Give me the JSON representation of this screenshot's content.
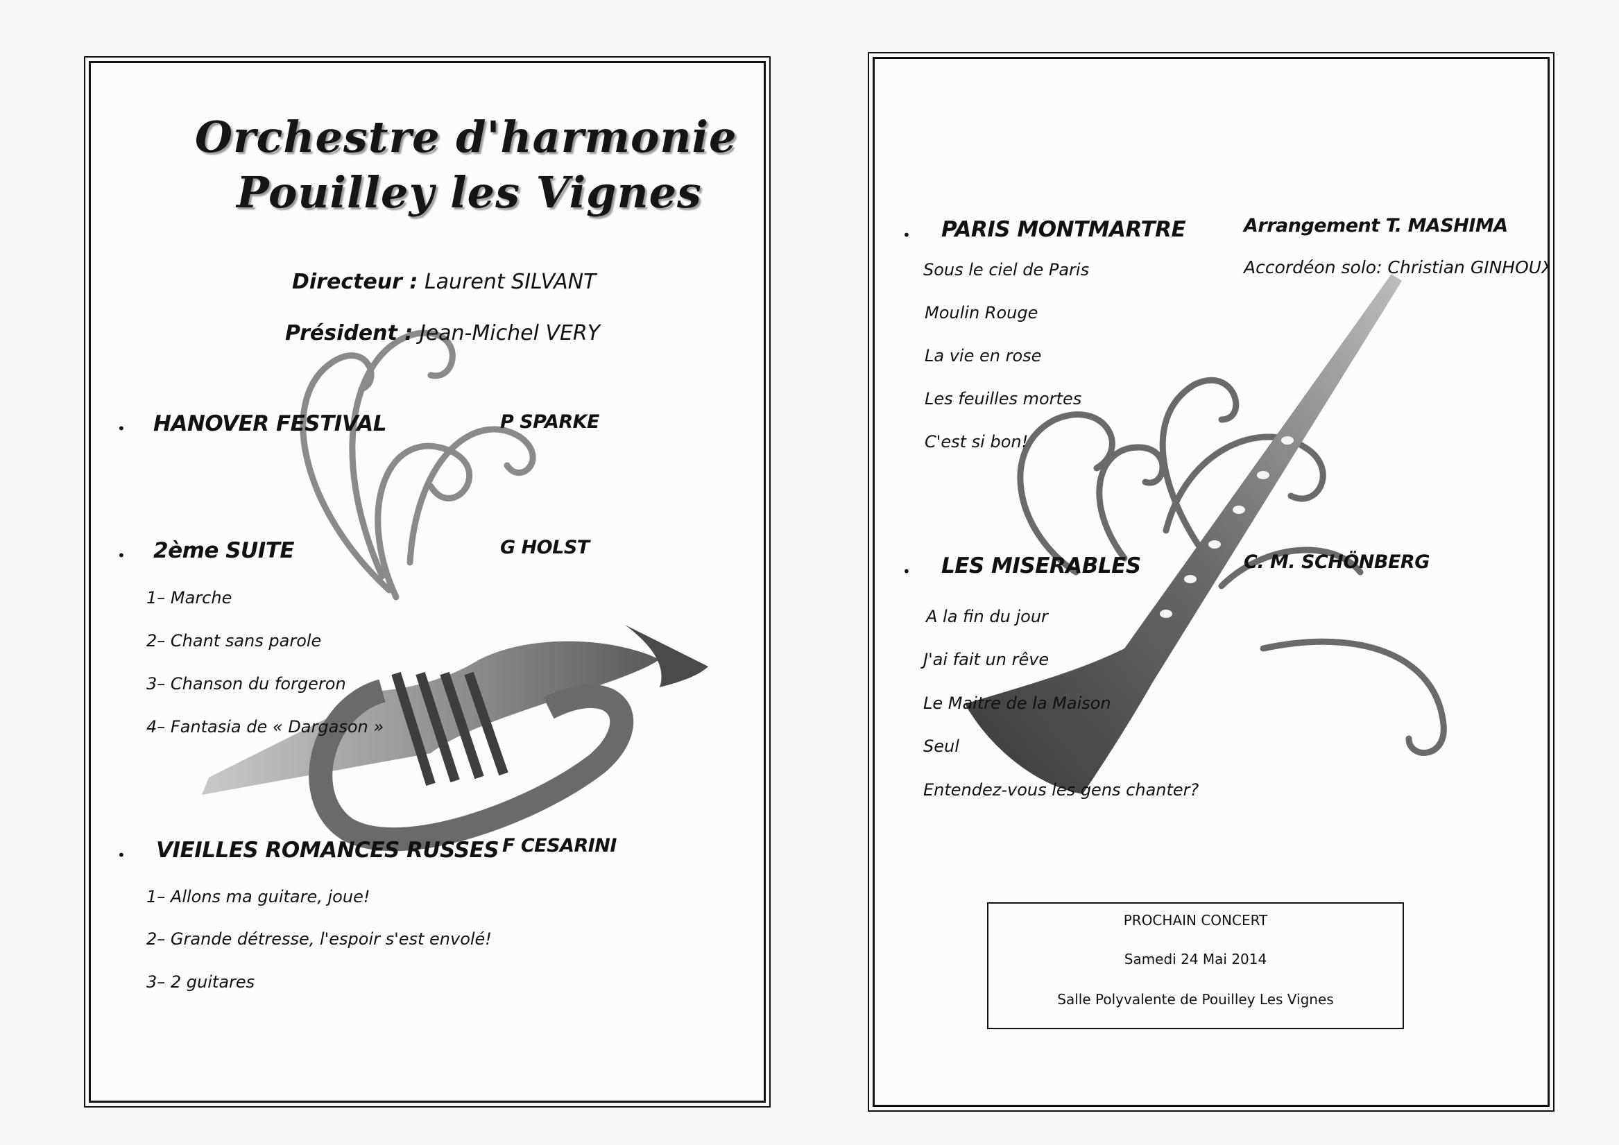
{
  "left_page": {
    "title_line1": "Orchestre d'harmonie",
    "title_line2": "Pouilley les Vignes",
    "director_label": "Directeur :",
    "director_name": "Laurent SILVANT",
    "president_label": "Président :",
    "president_name": "Jean-Michel VERY",
    "program": [
      {
        "bullet": "•",
        "title": "HANOVER FESTIVAL",
        "composer": "P SPARKE",
        "items": []
      },
      {
        "bullet": "•",
        "title": "2ème SUITE",
        "composer": "G HOLST",
        "items": [
          "1– Marche",
          "2– Chant sans parole",
          "3– Chanson du forgeron",
          "4– Fantasia de   « Dargason »"
        ]
      },
      {
        "bullet": "•",
        "title": "VIEILLES ROMANCES RUSSES",
        "composer": "F CESARINI",
        "items": [
          "1–  Allons ma guitare,  joue!",
          "2–  Grande détresse, l'espoir s'est envolé!",
          "3–  2 guitares"
        ]
      }
    ]
  },
  "right_page": {
    "program": [
      {
        "bullet": "•",
        "title": "PARIS MONTMARTRE",
        "composer": "Arrangement T. MASHIMA",
        "composer_note": "Accordéon solo: Christian GINHOUX",
        "items": [
          "Sous le ciel de Paris",
          "Moulin Rouge",
          "La vie en rose",
          "Les feuilles mortes",
          "C'est si bon!"
        ]
      },
      {
        "bullet": "•",
        "title": "LES MISERABLES",
        "composer": "C. M. SCHÖNBERG",
        "items": [
          "A la fin du jour",
          "J'ai fait un rêve",
          "Le Maitre de la Maison",
          "Seul",
          "Entendez-vous les gens chanter?"
        ]
      }
    ],
    "next_concert": {
      "heading": "PROCHAIN CONCERT",
      "date": "Samedi 24 Mai 2014",
      "venue": "Salle Polyvalente de Pouilley Les Vignes"
    }
  },
  "illustrations": {
    "left": "trumpet-icon",
    "right": "clarinet-icon"
  },
  "colors": {
    "ink": "#111111",
    "paper": "#fbfcfd",
    "background": "#f6f8fa",
    "art_gray": "#555555"
  }
}
